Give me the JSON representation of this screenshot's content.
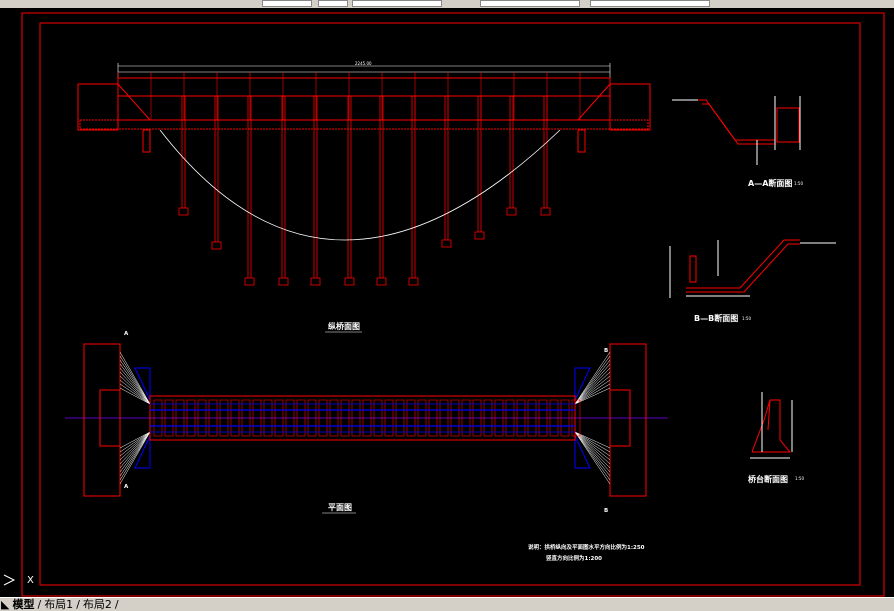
{
  "tabs": {
    "model": "模型",
    "layout1": "布局1",
    "layout2": "布局2"
  },
  "drawing": {
    "elevation_title": "纵桥面图",
    "plan_title": "平面图",
    "section_a": "A—A断面图",
    "section_b": "B—B断面图",
    "section_abut": "桥台断面图",
    "scale": "1:50",
    "notes_line1": "说明：拱桥纵向及平面图水平方向比例为1:250",
    "notes_line2": "竖直方向比例为1:200",
    "cut_a_left": "A",
    "cut_a_right": "A",
    "cut_b_left": "B",
    "cut_b_right": "B"
  },
  "colors": {
    "frame": "#ff0000",
    "line": "#ffffff",
    "accent_blue": "#0000ff",
    "axis": "#7f00ff"
  }
}
